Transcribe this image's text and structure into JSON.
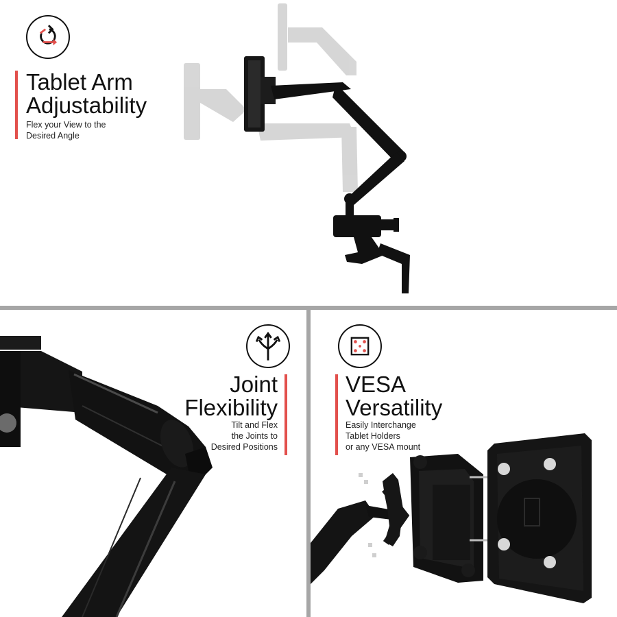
{
  "top": {
    "title_lines": [
      "Tablet Arm",
      "Adjustability"
    ],
    "subtitle_lines": [
      "Flex your View to the",
      "Desired Angle"
    ],
    "icon": "rotate-arrow-icon"
  },
  "bottom_left": {
    "title_lines": [
      "Joint",
      "Flexibility"
    ],
    "subtitle_lines": [
      "Tilt and Flex",
      "the Joints to",
      "Desired Positions"
    ],
    "icon": "split-arrows-icon"
  },
  "bottom_right": {
    "title_lines": [
      "VESA",
      "Versatility"
    ],
    "subtitle_lines": [
      "Easily Interchange",
      "Tablet Holders",
      "or any VESA mount"
    ],
    "icon": "vesa-pattern-icon"
  },
  "colors": {
    "accent": "#e2504c",
    "divider": "#a6a6a6",
    "product": "#111111",
    "ghost": "#bdbdbd"
  }
}
